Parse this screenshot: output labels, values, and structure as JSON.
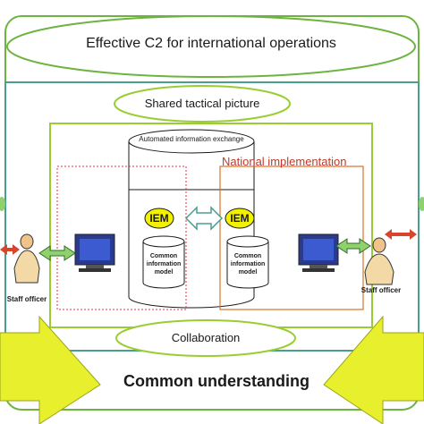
{
  "diagram": {
    "outer_title": "Effective C2 for international operations",
    "tactical_picture": "Shared tactical picture",
    "info_exchange": "Automated information exchange",
    "national_impl": "National implementation",
    "iem_left": "IEM",
    "iem_right": "IEM",
    "cim_left": "Common information model",
    "cim_right": "Common information model",
    "staff_left": "Staff officer",
    "staff_right": "Staff officer",
    "collaboration": "Collaboration",
    "common_understanding": "Common understanding"
  },
  "colors": {
    "outer_ring": "#6db33f",
    "inner_frame": "#9acd32",
    "teal_frame": "#4a9e8e",
    "arrow_yellow": "#e8ef2c",
    "iem_fill": "#f2f200",
    "national_text": "#c0392b",
    "red_arrow": "#d9452b",
    "green_arrow": "#8fd16a"
  }
}
